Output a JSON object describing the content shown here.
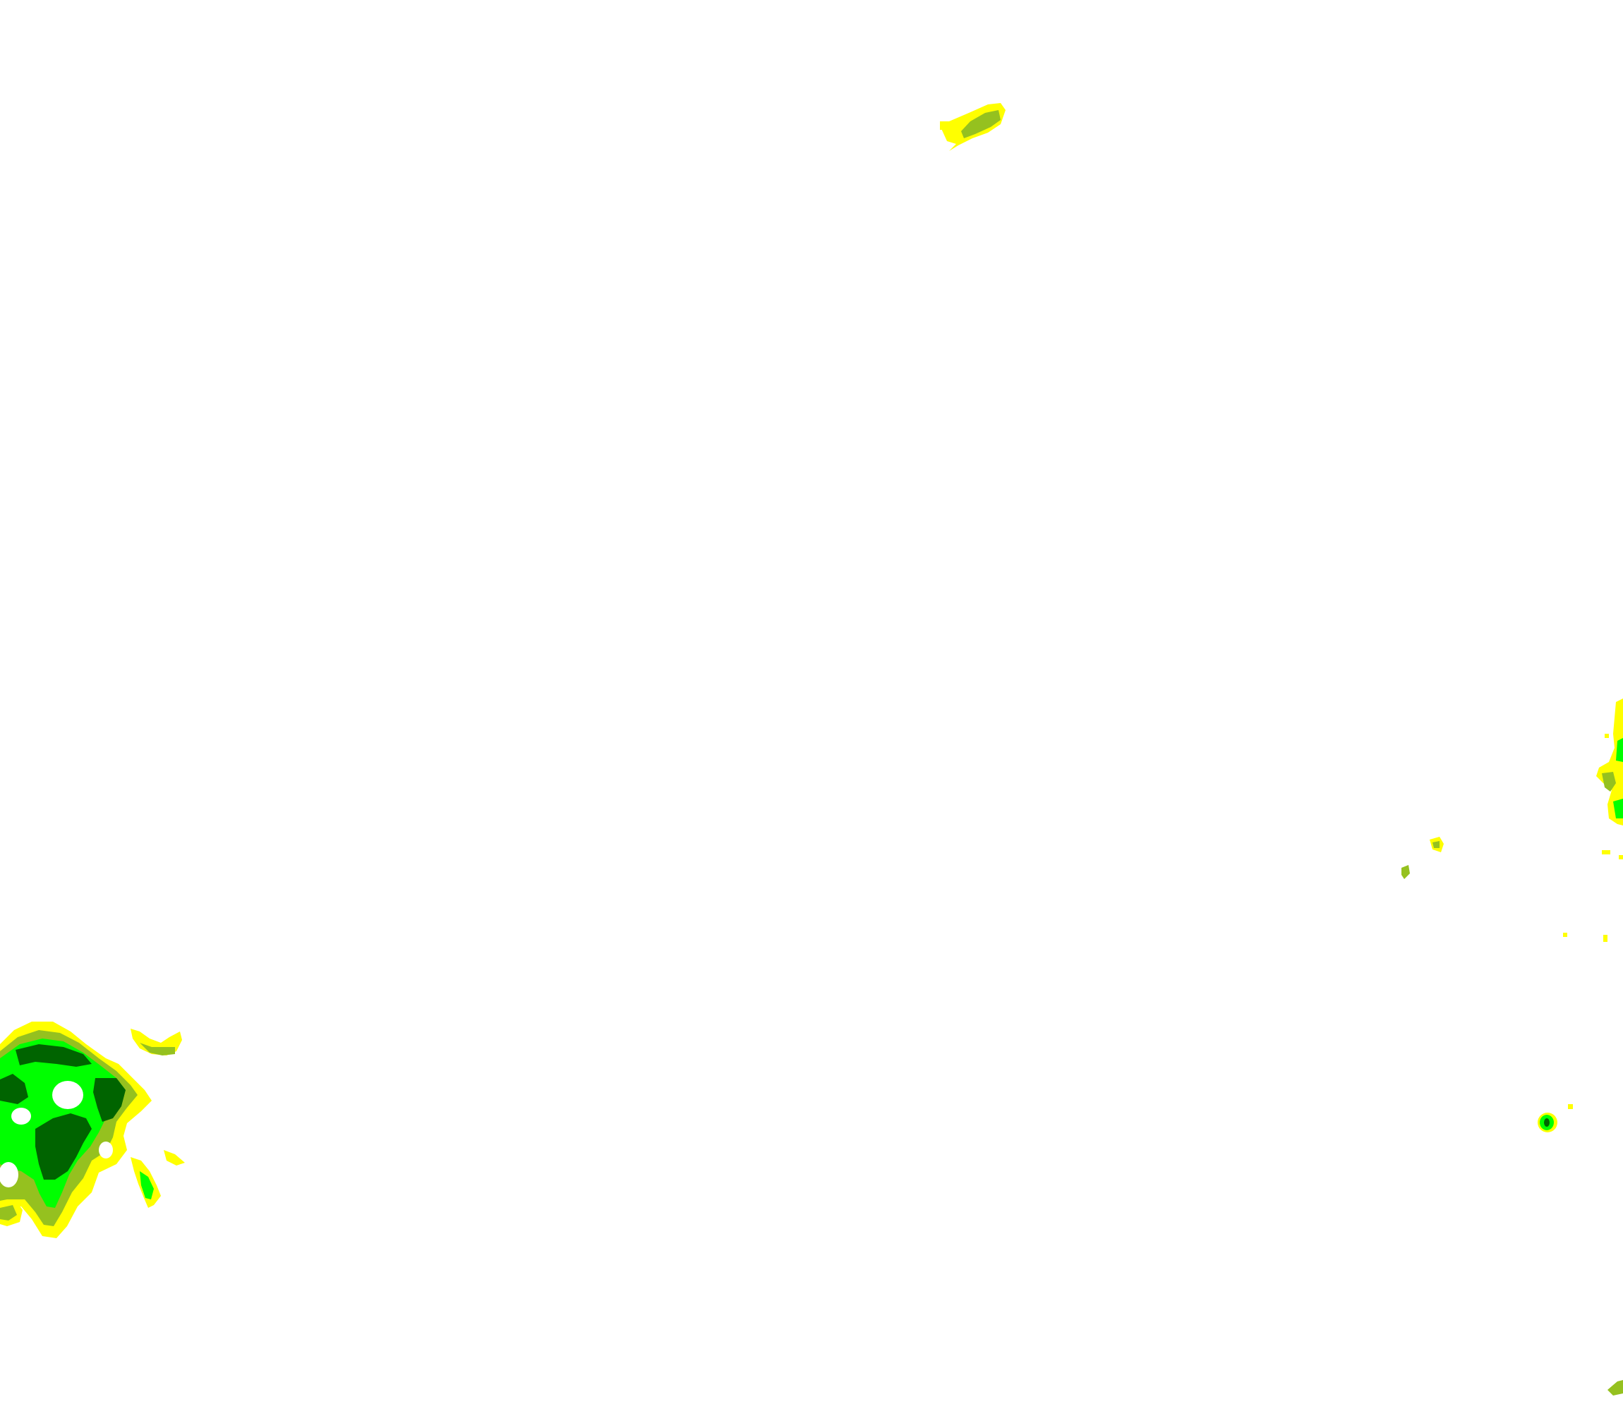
{
  "map": {
    "background_color": "#ffffff",
    "intensity_colors": {
      "light": "#ffff00",
      "light_moderate": "#95c11f",
      "moderate": "#00ff00",
      "heavy": "#006400"
    },
    "intensity_levels": [
      "light",
      "light_moderate",
      "moderate",
      "heavy"
    ]
  }
}
